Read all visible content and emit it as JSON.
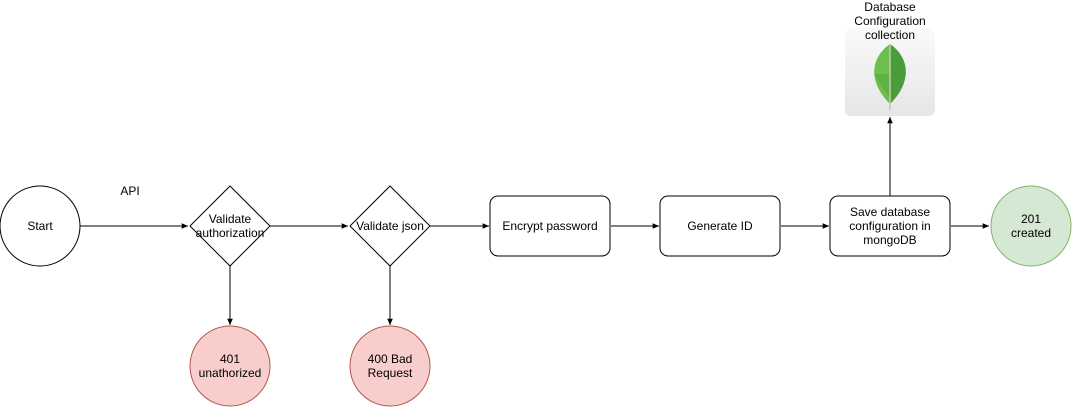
{
  "diagram": {
    "start": "Start",
    "edge_api": "API",
    "validate_auth": "Validate\nauthorization",
    "validate_json": "Validate json",
    "encrypt": "Encrypt password",
    "generate_id": "Generate ID",
    "save_db": "Save database\nconfiguration in\nmongoDB",
    "created": "201\ncreated",
    "unauthorized": "401\nunathorized",
    "bad_request": "400 Bad\nRequest",
    "db_label": "Database\nConfiguration\ncollection",
    "db_icon": "mongodb-leaf-icon"
  },
  "colors": {
    "error_fill": "#f8cecc",
    "error_stroke": "#b85450",
    "success_fill": "#d5e8d4",
    "success_stroke": "#82b366",
    "leaf_light": "#6cbf4c",
    "leaf_dark": "#499d3a"
  }
}
